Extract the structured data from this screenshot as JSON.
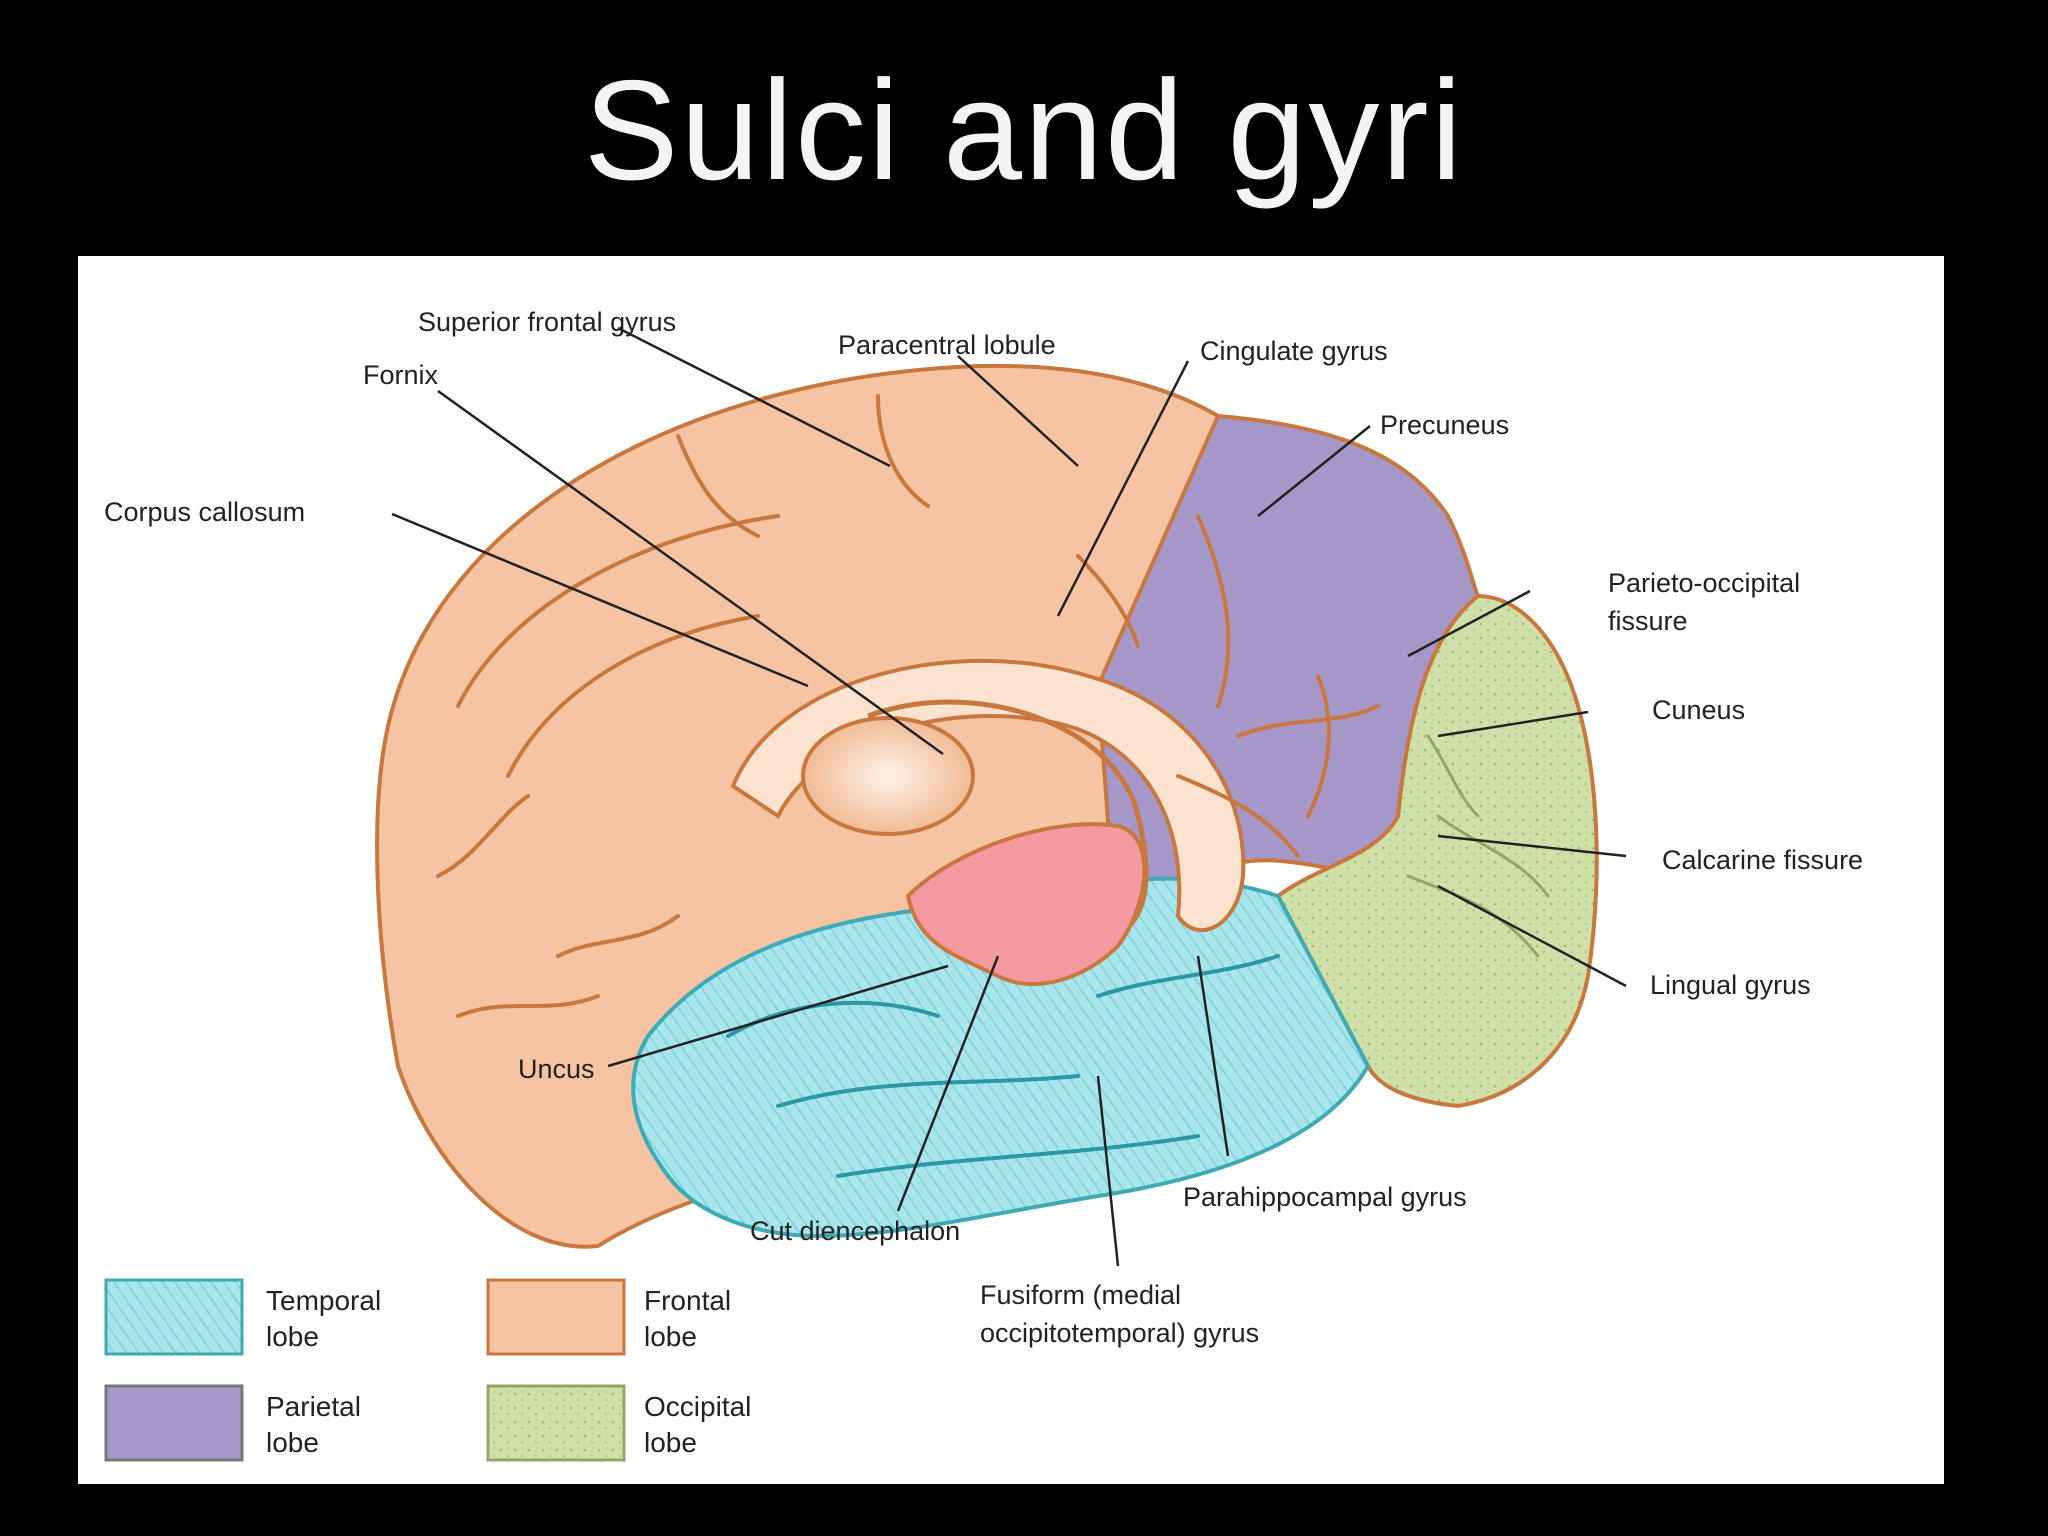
{
  "title": "Sulci and gyri",
  "colors": {
    "background": "#000000",
    "temporal": "#a9e6ec",
    "frontal": "#f6c4a2",
    "parietal": "#a697c9",
    "occipital": "#cfe0a9",
    "diencephalon": "#f39aa0",
    "outline": "#c8773e"
  },
  "labels": {
    "superior_frontal_gyrus": "Superior frontal gyrus",
    "paracentral_lobule": "Paracentral lobule",
    "cingulate_gyrus": "Cingulate gyrus",
    "fornix": "Fornix",
    "precuneus": "Precuneus",
    "corpus_callosum": "Corpus callosum",
    "parieto_occipital_1": "Parieto-occipital",
    "parieto_occipital_2": "fissure",
    "cuneus": "Cuneus",
    "calcarine_fissure": "Calcarine fissure",
    "lingual_gyrus": "Lingual gyrus",
    "uncus": "Uncus",
    "parahippocampal_gyrus": "Parahippocampal gyrus",
    "cut_diencephalon": "Cut diencephalon",
    "fusiform_1": "Fusiform (medial",
    "fusiform_2": "occipitotemporal) gyrus"
  },
  "legend": {
    "temporal_1": "Temporal",
    "temporal_2": "lobe",
    "frontal_1": "Frontal",
    "frontal_2": "lobe",
    "parietal_1": "Parietal",
    "parietal_2": "lobe",
    "occipital_1": "Occipital",
    "occipital_2": "lobe"
  }
}
